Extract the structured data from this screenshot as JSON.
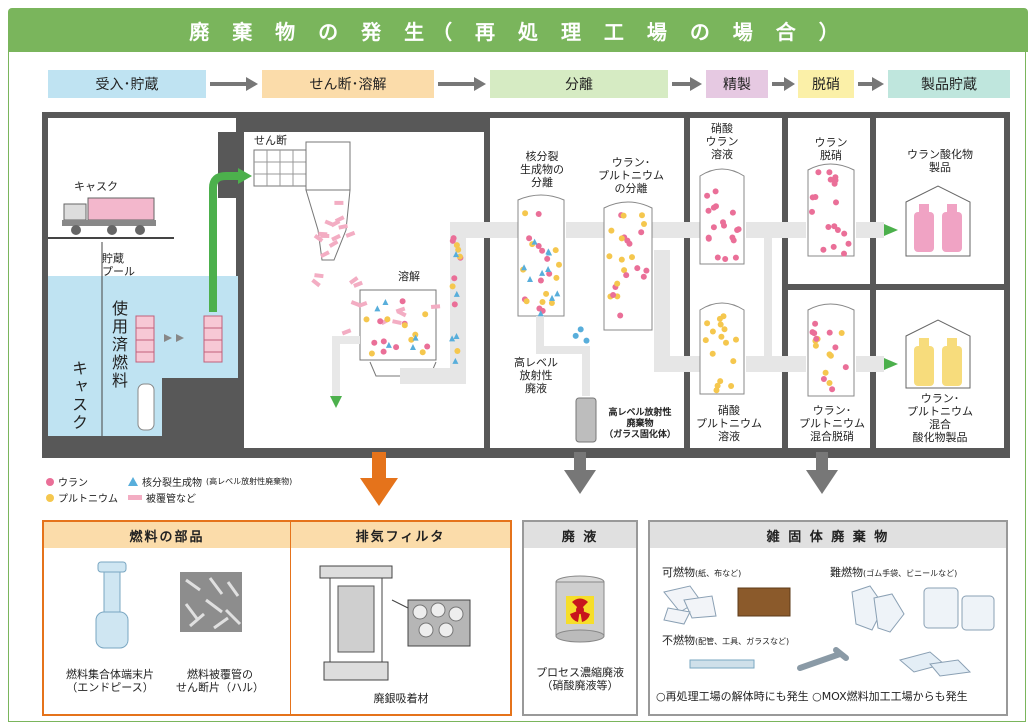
{
  "title": "廃 棄 物 の 発 生（ 再 処 理 工 場 の 場 合 ）",
  "stages": [
    {
      "label": "受入･貯蔵",
      "color": "#bfe3f2"
    },
    {
      "label": "せん断･溶解",
      "color": "#fbdcaa"
    },
    {
      "label": "分離",
      "color": "#d6ebc3"
    },
    {
      "label": "精製",
      "color": "#e6c9e2"
    },
    {
      "label": "脱硝",
      "color": "#fbf0a8"
    },
    {
      "label": "製品貯蔵",
      "color": "#bfe6dd"
    }
  ],
  "plant": {
    "cask_top": "キャスク",
    "storage_pool": "貯蔵\nプール",
    "spent_fuel": "使用済燃料",
    "cask_side": "キャスク",
    "shear": "せん断",
    "dissolve": "溶解",
    "fp_separation": "核分裂\n生成物の\n分離",
    "u_pu_separation": "ウラン･\nプルトニウム\nの分離",
    "hlw_liquid": "高レベル\n放射性\n廃液",
    "hlw_glass": "高レベル放射性\n廃棄物\n（ガラス固化体）",
    "uranyl_nitrate": "硝酸\nウラン\n溶液",
    "pu_nitrate": "硝酸\nプルトニウム\n溶液",
    "u_denitration": "ウラン\n脱硝",
    "mixed_denitration": "ウラン･\nプルトニウム\n混合脱硝",
    "uo2_product": "ウラン酸化物\n製品",
    "mox_product": "ウラン･\nプルトニウム\n混合\n酸化物製品"
  },
  "legend": {
    "uranium": "ウラン",
    "plutonium": "プルトニウム",
    "fission_products": "核分裂生成物",
    "fission_products_note": "(高レベル放射性廃棄物)",
    "cladding": "被覆管など",
    "uranium_color": "#ea6f98",
    "plutonium_color": "#f5c74e",
    "fp_color": "#58aedb",
    "cladding_color": "#f3adc3"
  },
  "waste": {
    "fuel_parts": {
      "title": "燃料の部品",
      "end_piece": "燃料集合体端末片\n（エンドピース）",
      "hull": "燃料被覆管の\nせん断片（ハル）"
    },
    "exhaust_filter": {
      "title": "排気フィルタ",
      "caption": "廃銀吸着材"
    },
    "liquid": {
      "title": "廃 液",
      "caption": "プロセス濃縮廃液\n（硝酸廃液等）"
    },
    "solid": {
      "title": "雑 固 体 廃 棄 物",
      "combustible": "可燃物",
      "combustible_note": "(紙、布など)",
      "hard_combustible": "難燃物",
      "hard_combustible_note": "(ゴム手袋、ビニールなど)",
      "noncombustible": "不燃物",
      "noncombustible_note": "(配管、工具、ガラスなど)",
      "footnote": "○再処理工場の解体時にも発生 ○MOX燃料加工工場からも発生"
    }
  }
}
